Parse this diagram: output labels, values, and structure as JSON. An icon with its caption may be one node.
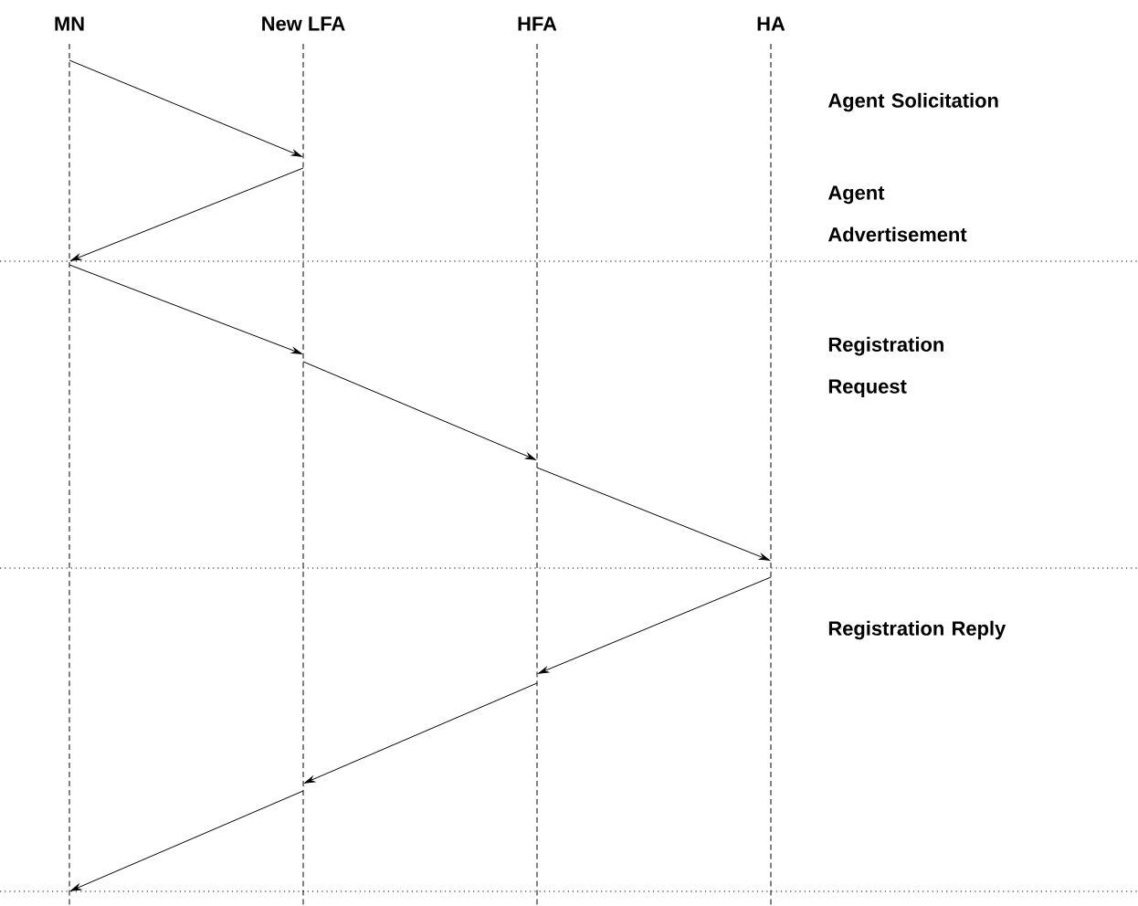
{
  "diagram": {
    "nodes": [
      {
        "text": [
          "MN"
        ]
      },
      {
        "text": [
          "New LFA"
        ]
      },
      {
        "text": [
          "HFA"
        ]
      },
      {
        "text": [
          "HA"
        ]
      }
    ],
    "edges": [
      {
        "from": 0,
        "to": 1,
        "arrow": "to"
      },
      {
        "from": 1,
        "to": 0,
        "arrow": "to"
      },
      {
        "from": 0,
        "to": 1,
        "arrow": "to"
      },
      {
        "from": 1,
        "to": 2,
        "arrow": "to"
      },
      {
        "from": 2,
        "to": 3,
        "arrow": "to"
      },
      {
        "from": 3,
        "to": 2,
        "arrow": "to"
      },
      {
        "from": 2,
        "to": 1,
        "arrow": "to"
      },
      {
        "from": 1,
        "to": 0,
        "arrow": "to"
      }
    ],
    "labels": [
      "Agent Solicitation",
      "Agent Advertisement",
      "Registration Request",
      "Registration Reply"
    ]
  }
}
